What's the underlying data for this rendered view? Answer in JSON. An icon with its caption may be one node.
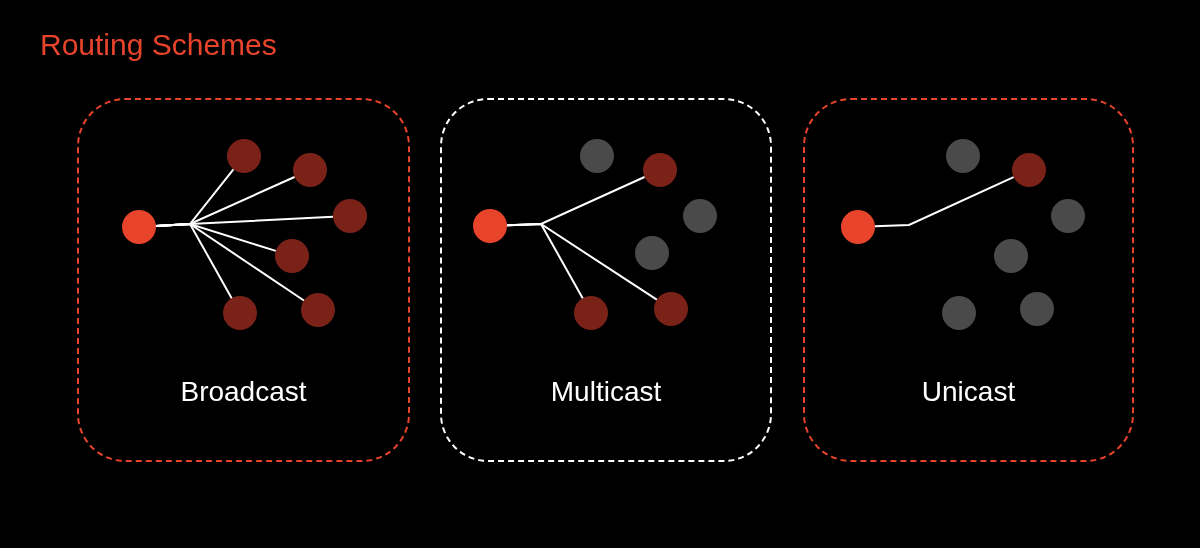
{
  "diagram": {
    "title": "Routing Schemes",
    "nodes": [
      {
        "text": [
          "Broadcast"
        ]
      },
      {
        "text": [],
        "shape": "circle",
        "in": 0
      },
      {
        "text": [],
        "shape": "circle",
        "in": 0
      },
      {
        "text": [],
        "shape": "circle",
        "in": 0
      },
      {
        "text": [],
        "shape": "circle",
        "in": 0
      },
      {
        "text": [],
        "shape": "circle",
        "in": 0
      },
      {
        "text": [],
        "shape": "circle",
        "in": 0
      },
      {
        "text": [],
        "shape": "circle",
        "in": 0
      },
      {
        "text": [
          "Multicast"
        ]
      },
      {
        "text": [],
        "shape": "circle",
        "in": 8
      },
      {
        "text": [],
        "shape": "circle",
        "in": 8
      },
      {
        "text": [],
        "shape": "circle",
        "in": 8
      },
      {
        "text": [],
        "shape": "circle",
        "in": 8
      },
      {
        "text": [],
        "shape": "circle",
        "in": 8
      },
      {
        "text": [],
        "shape": "circle",
        "in": 8
      },
      {
        "text": [],
        "shape": "circle",
        "in": 8
      },
      {
        "text": [
          "Unicast"
        ]
      },
      {
        "text": [],
        "shape": "circle",
        "in": 16
      },
      {
        "text": [],
        "shape": "circle",
        "in": 16
      },
      {
        "text": [],
        "shape": "circle",
        "in": 16
      },
      {
        "text": [],
        "shape": "circle",
        "in": 16
      },
      {
        "text": [],
        "shape": "circle",
        "in": 16
      },
      {
        "text": [],
        "shape": "circle",
        "in": 16
      },
      {
        "text": [],
        "shape": "circle",
        "in": 16
      }
    ],
    "edges": [
      {
        "from": 1,
        "to": 2,
        "arrow": "none"
      },
      {
        "from": 1,
        "to": 3,
        "arrow": "none"
      },
      {
        "from": 1,
        "to": 4,
        "arrow": "none"
      },
      {
        "from": 1,
        "to": 5,
        "arrow": "none"
      },
      {
        "from": 1,
        "to": 6,
        "arrow": "none"
      },
      {
        "from": 1,
        "to": 7,
        "arrow": "none"
      },
      {
        "from": 9,
        "to": 11,
        "arrow": "none"
      },
      {
        "from": 9,
        "to": 14,
        "arrow": "none"
      },
      {
        "from": 9,
        "to": 15,
        "arrow": "none"
      },
      {
        "from": 17,
        "to": 19,
        "arrow": "none"
      }
    ]
  }
}
